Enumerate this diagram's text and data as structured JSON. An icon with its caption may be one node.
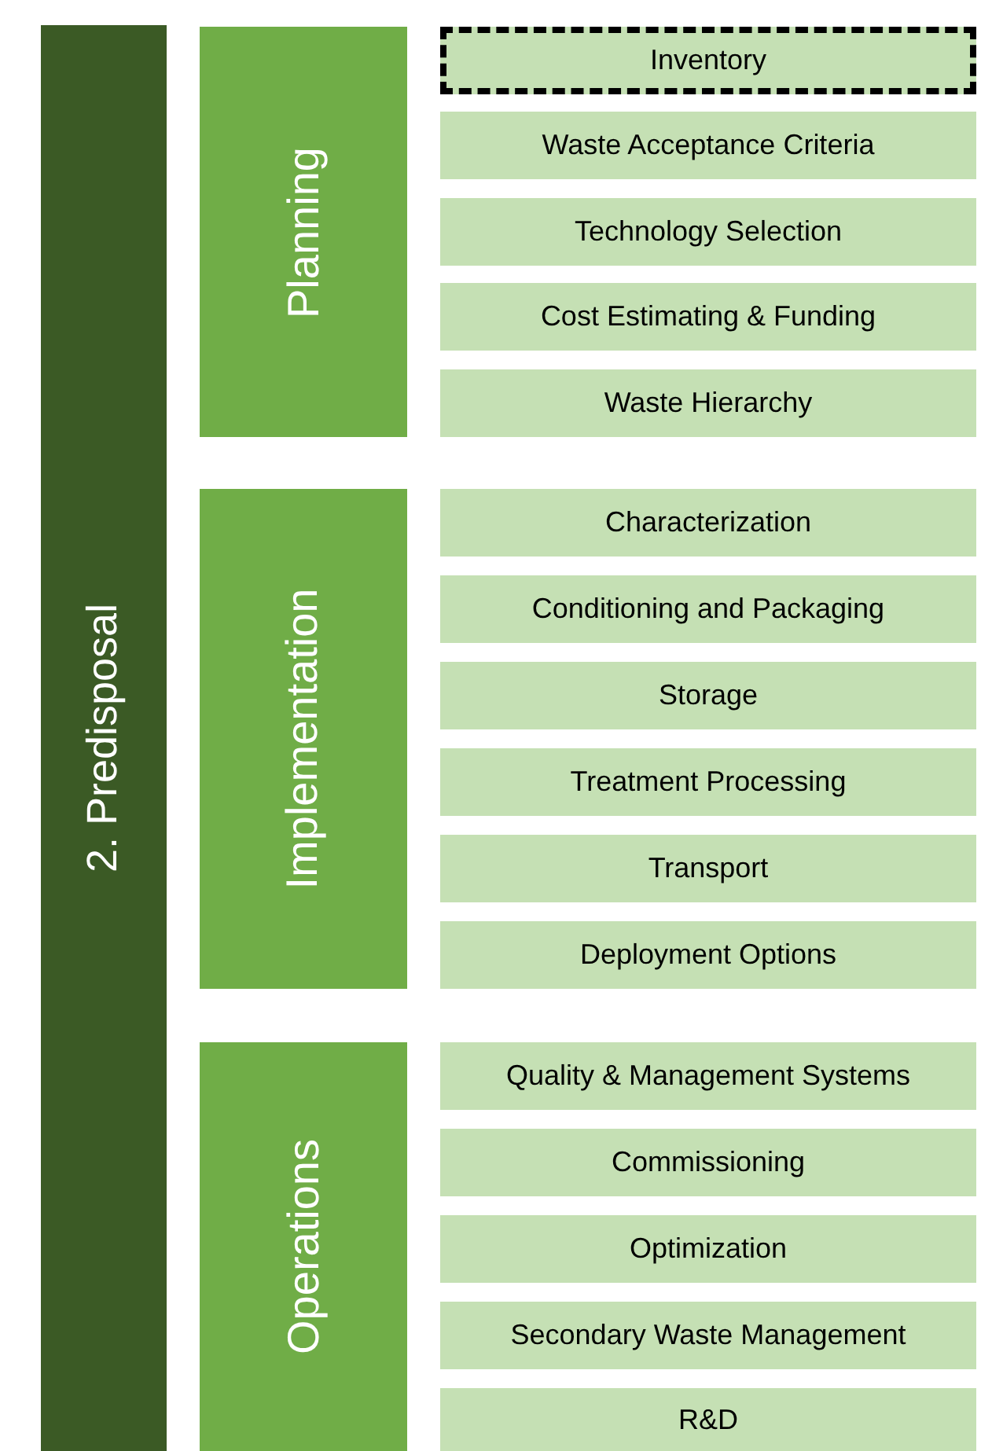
{
  "diagram": {
    "nodes": [
      {
        "text": [
          "2. Predisposal"
        ]
      },
      {
        "text": [
          "Planning"
        ]
      },
      {
        "text": [
          "Inventory"
        ]
      },
      {
        "text": [
          "Waste Acceptance Criteria"
        ]
      },
      {
        "text": [
          "Technology Selection"
        ]
      },
      {
        "text": [
          "Cost Estimating & Funding"
        ]
      },
      {
        "text": [
          "Waste Hierarchy"
        ]
      },
      {
        "text": [
          "Implementation"
        ]
      },
      {
        "text": [
          "Characterization"
        ]
      },
      {
        "text": [
          "Conditioning and Packaging"
        ]
      },
      {
        "text": [
          "Storage"
        ]
      },
      {
        "text": [
          "Treatment Processing"
        ]
      },
      {
        "text": [
          "Transport"
        ]
      },
      {
        "text": [
          "Deployment Options"
        ]
      },
      {
        "text": [
          "Operations"
        ]
      },
      {
        "text": [
          "Quality & Management Systems"
        ]
      },
      {
        "text": [
          "Commissioning"
        ]
      },
      {
        "text": [
          "Optimization"
        ]
      },
      {
        "text": [
          "Secondary Waste Management"
        ]
      },
      {
        "text": [
          "R&D"
        ]
      }
    ]
  }
}
